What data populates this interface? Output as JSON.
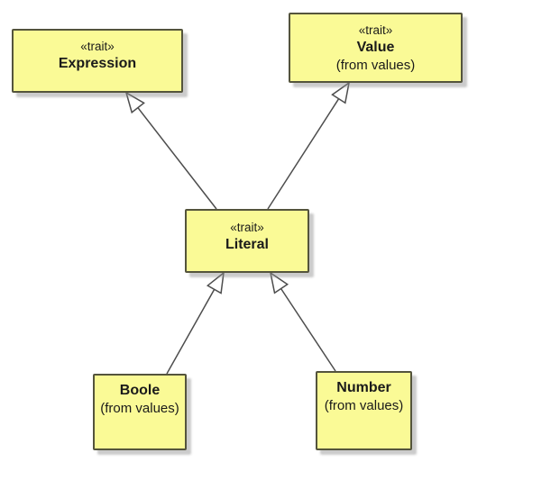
{
  "diagram": {
    "type": "uml-class-diagram",
    "colors": {
      "node_fill": "#FAFA96",
      "node_border": "#54543C",
      "edge_line": "#4D4D4D",
      "arrowhead_fill": "#FFFFFF",
      "background": "#FFFFFF",
      "text": "#1A1A1A"
    },
    "nodes": {
      "expression": {
        "stereotype": "«trait»",
        "name": "Expression"
      },
      "value": {
        "stereotype": "«trait»",
        "name": "Value",
        "package": "(from values)"
      },
      "literal": {
        "stereotype": "«trait»",
        "name": "Literal"
      },
      "boole": {
        "name": "Boole",
        "package": "(from values)"
      },
      "number": {
        "name": "Number",
        "package": "(from values)"
      }
    },
    "relations": [
      {
        "from": "Literal",
        "to": "Expression",
        "type": "generalization"
      },
      {
        "from": "Literal",
        "to": "Value",
        "type": "generalization"
      },
      {
        "from": "Boole",
        "to": "Literal",
        "type": "generalization"
      },
      {
        "from": "Number",
        "to": "Literal",
        "type": "generalization"
      }
    ]
  }
}
